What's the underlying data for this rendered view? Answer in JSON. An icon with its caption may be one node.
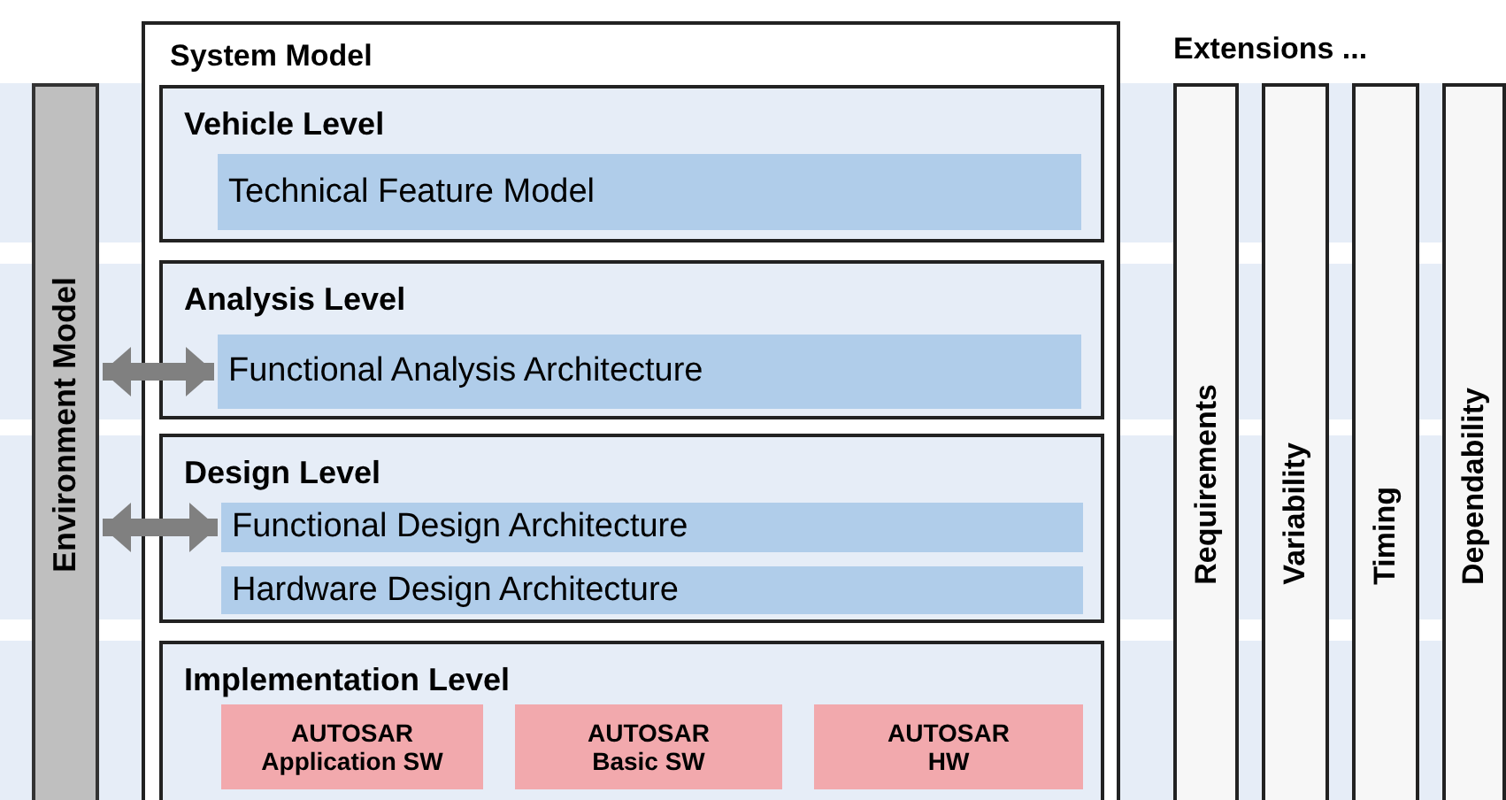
{
  "diagram": {
    "nodes": [
      {
        "text": [
          "System Model"
        ]
      },
      {
        "text": [
          "Vehicle Level"
        ],
        "in": 0
      },
      {
        "text": [
          "Technical Feature Model"
        ],
        "in": 1
      },
      {
        "text": [
          "Analysis Level"
        ],
        "in": 0
      },
      {
        "text": [
          "Functional Analysis Architecture"
        ],
        "in": 3
      },
      {
        "text": [
          "Design Level"
        ],
        "in": 0
      },
      {
        "text": [
          "Functional Design Architecture"
        ],
        "in": 5
      },
      {
        "text": [
          "Hardware Design Architecture"
        ],
        "in": 5
      },
      {
        "text": [
          "Implementation Level"
        ],
        "in": 0
      },
      {
        "text": [
          "AUTOSAR Application SW"
        ],
        "in": 8
      },
      {
        "text": [
          "AUTOSAR Basic SW"
        ],
        "in": 8
      },
      {
        "text": [
          "AUTOSAR HW"
        ],
        "in": 8
      },
      {
        "text": [
          "Environment Model"
        ]
      },
      {
        "text": [
          "Requirements"
        ]
      },
      {
        "text": [
          "Variability"
        ]
      },
      {
        "text": [
          "Timing"
        ]
      },
      {
        "text": [
          "Dependability"
        ]
      }
    ],
    "edges": [
      {
        "from": 12,
        "to": 4,
        "arrow": "both"
      },
      {
        "from": 12,
        "to": 6,
        "arrow": "both"
      }
    ],
    "labels": [
      "Extensions ..."
    ]
  }
}
